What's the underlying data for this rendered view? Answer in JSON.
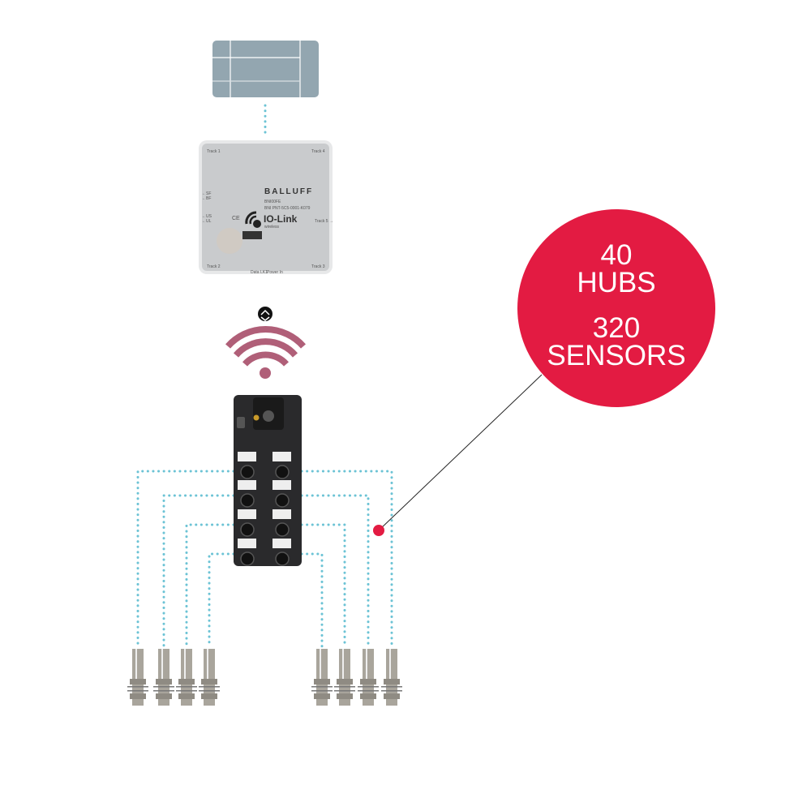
{
  "gateway": {
    "brand": "BALLUFF",
    "model": "BNI00FE",
    "part_number": "BNI PNT-5C5-0001-K079",
    "protocol": "IO-Link",
    "protocol_sub": "wireless",
    "ce_mark": "CE",
    "track_labels": [
      "Track 1",
      "Track 4",
      "Track 2",
      "Track 3",
      "Track 5 →"
    ],
    "left_labels": [
      "←SF",
      "←BF",
      "←US",
      "←UL"
    ],
    "bottom_labels": [
      "Data LK1",
      "Power In"
    ]
  },
  "badge": {
    "hubs_count": "40",
    "hubs_label": "HUBS",
    "sensors_count": "320",
    "sensors_label": "SENSORS",
    "color": "#e31b42"
  },
  "colors": {
    "connection": "#6cc3d5",
    "wireless": "#b05f78",
    "plc": "#93a6b0"
  }
}
